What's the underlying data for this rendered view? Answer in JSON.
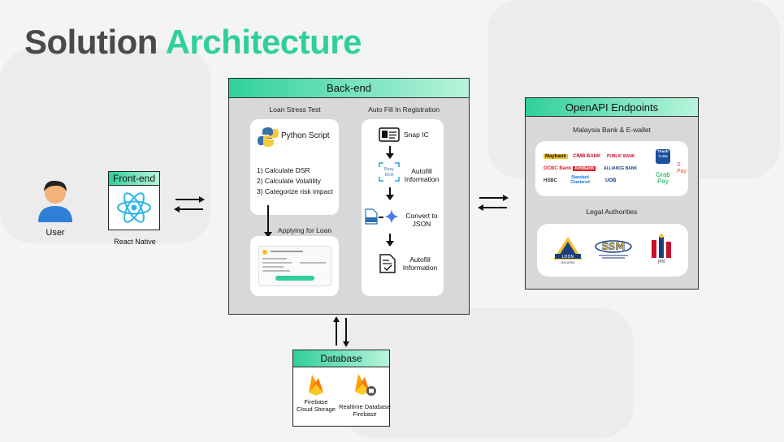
{
  "title": {
    "part1": "Solution",
    "part2": "Architecture"
  },
  "user": {
    "label": "User"
  },
  "frontend": {
    "header": "Front-end",
    "label": "React Native"
  },
  "backend": {
    "header": "Back-end",
    "loan_stress": {
      "title": "Loan Stress Test",
      "script_label": "Python Script",
      "steps": [
        "1) Calculate DSR",
        "2) Calculate Volatility",
        "3) Categorize risk impact"
      ],
      "apply_title": "Applying for Loan"
    },
    "autofill": {
      "title": "Auto Fill In Registration",
      "steps": [
        "Snap IC",
        "Autofill Information",
        "Convert to JSON",
        "Autofill Information"
      ]
    }
  },
  "database": {
    "header": "Database",
    "items": [
      "Firebase Cloud Storage",
      "Realtime Database Firebase"
    ]
  },
  "openapi": {
    "header": "OpenAPI Endpoints",
    "section1": "Malaysia Bank & E-wallet",
    "section2": "Legal Authorities",
    "banks": [
      "Maybank",
      "CIMB BANK",
      "PUBLIC BANK",
      "OCBC Bank",
      "AmBank",
      "ALLIANCE BANK",
      "HSBC",
      "Standard Chartered",
      "UOB",
      "Touch 'n Go",
      "Grab Pay",
      "S Pay"
    ],
    "authorities": [
      "LHDN MALAYSIA",
      "SSM",
      "JPN"
    ]
  },
  "colors": {
    "accent": "#2fcf9c",
    "panel": "#d8d8d8"
  }
}
